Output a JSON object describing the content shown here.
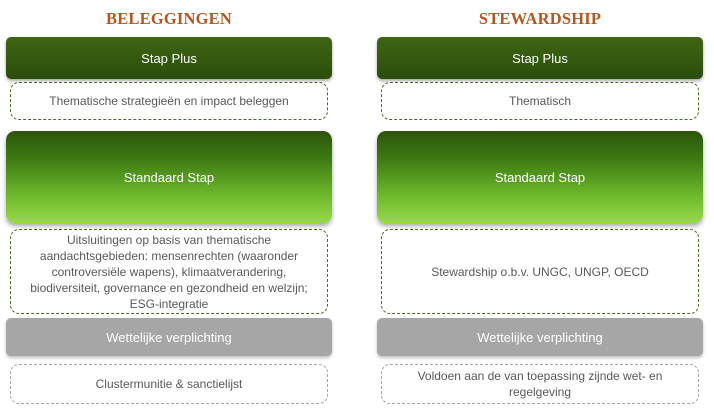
{
  "columns": {
    "left": {
      "heading": "BELEGGINGEN",
      "top_bar": "Stap Plus",
      "top_detail": "Thematische strategieën en impact beleggen",
      "middle_bar": "Standaard Stap",
      "middle_detail": "Uitsluitingen op basis van thematische aandachtsgebieden: mensenrechten (waaronder controversiële wapens), klimaatverandering, biodiversiteit, governance en gezondheid en welzijn; ESG-integratie",
      "bottom_bar": "Wettelijke verplichting",
      "bottom_detail": "Clustermunitie & sanctielijst"
    },
    "right": {
      "heading": "STEWARDSHIP",
      "top_bar": "Stap Plus",
      "top_detail": "Thematisch",
      "middle_bar": "Standaard Stap",
      "middle_detail": "Stewardship o.b.v. UNGC, UNGP, OECD",
      "bottom_bar": "Wettelijke verplichting",
      "bottom_detail": "Voldoen aan de van toepassing zijnde wet- en regelgeving"
    }
  },
  "colors": {
    "heading": "#b5561d",
    "dark_green": "#2b4d0b",
    "light_green": "#97d94a",
    "gray": "#a6a6a6"
  }
}
